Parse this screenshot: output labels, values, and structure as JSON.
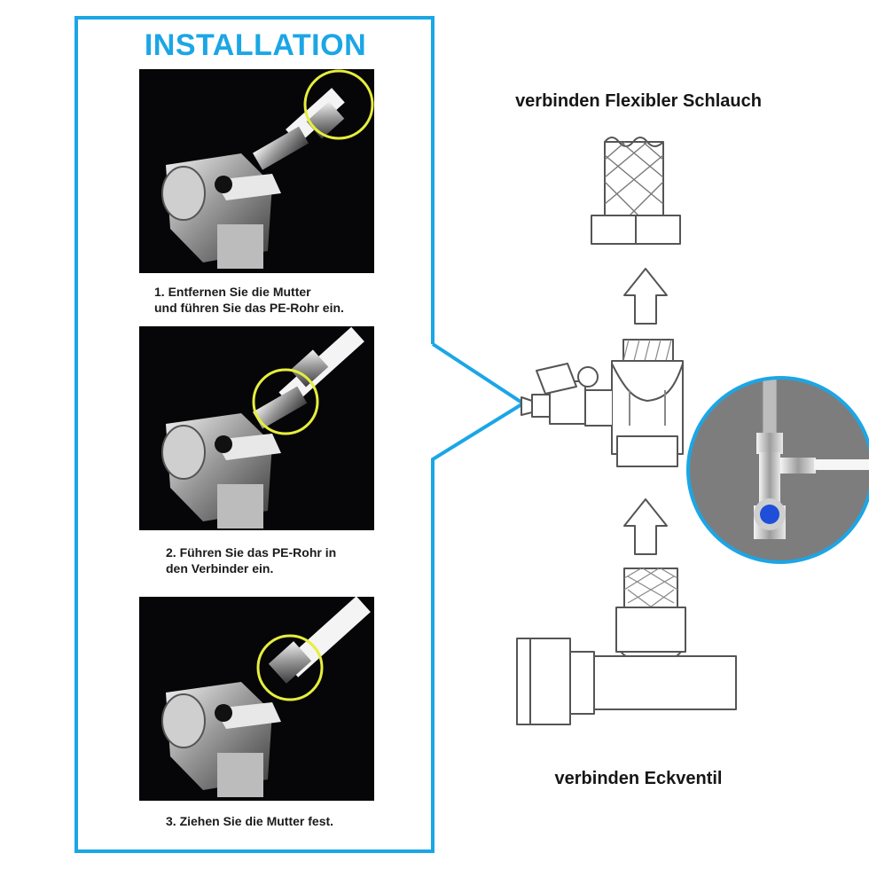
{
  "header": {
    "title": "INSTALLATION"
  },
  "steps": [
    {
      "line1": "1. Entfernen Sie die Mutter",
      "line2": "und führen Sie das PE-Rohr ein."
    },
    {
      "line1": "2. Führen Sie das PE-Rohr in",
      "line2": "den Verbinder ein."
    },
    {
      "line1": "3. Ziehen Sie die Mutter fest.",
      "line2": ""
    }
  ],
  "diagram": {
    "top_label": "verbinden Flexibler Schlauch",
    "bottom_label": "verbinden Eckventil"
  },
  "colors": {
    "frame": "#1ba6e6",
    "highlight_ring": "#e6ee3c",
    "line_art": "#555555",
    "knob_blue": "#1f4fd8"
  }
}
